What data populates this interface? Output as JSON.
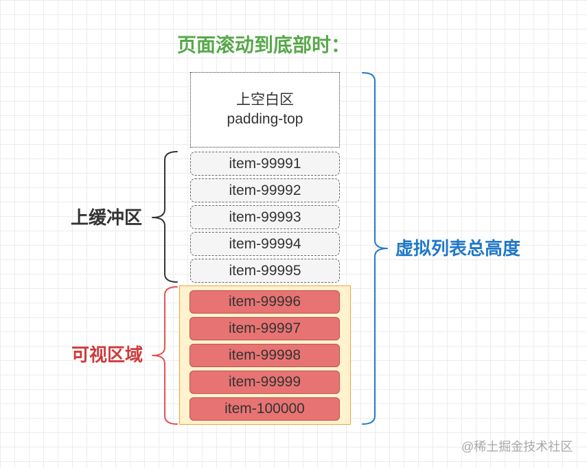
{
  "title": "页面滚动到底部时：",
  "padding_top_box": {
    "line1": "上空白区",
    "line2": "padding-top"
  },
  "buffer": {
    "label": "上缓冲区",
    "items": [
      "item-99991",
      "item-99992",
      "item-99993",
      "item-99994",
      "item-99995"
    ]
  },
  "visible": {
    "label": "可视区域",
    "items": [
      "item-99996",
      "item-99997",
      "item-99998",
      "item-99999",
      "item-100000"
    ]
  },
  "total": {
    "label": "虚拟列表总高度"
  },
  "watermark": "@稀土掘金技术社区",
  "colors": {
    "title": "#57a84a",
    "buffer_label": "#333333",
    "visible_label": "#d03a3a",
    "total_label": "#1f78c8",
    "buffer_item_fill": "#f5f5f5",
    "buffer_item_border": "#666666",
    "visible_area_fill": "#fff2cc",
    "visible_area_border": "#f0a13a",
    "visible_item_fill": "#e87373",
    "visible_item_border": "#b85450",
    "buffer_brace": "#333333",
    "visible_brace": "#e05252",
    "total_brace": "#1f78c8",
    "watermark": "#a8a8a8"
  }
}
